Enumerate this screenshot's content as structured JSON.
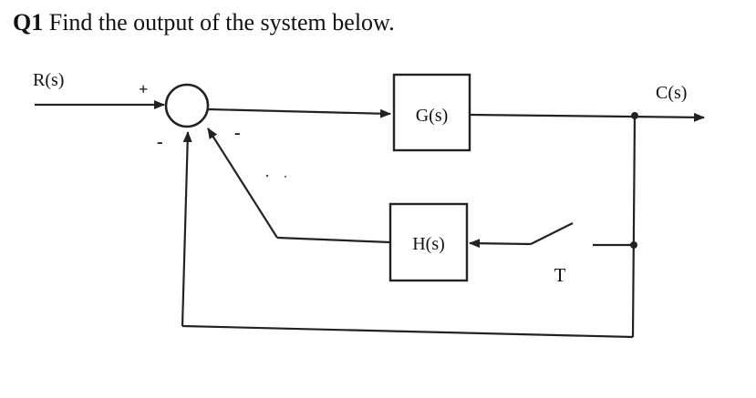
{
  "question": {
    "number": "Q1",
    "text": "Find the output of the system below."
  },
  "diagram": {
    "input_label": "R(s)",
    "output_label": "C(s)",
    "forward_block_label": "G(s)",
    "feedback_block_label": "H(s)",
    "switch_label": "T",
    "sign_plus": "+",
    "sign_minus_feedback": "-",
    "sign_minus_unity": "-"
  }
}
